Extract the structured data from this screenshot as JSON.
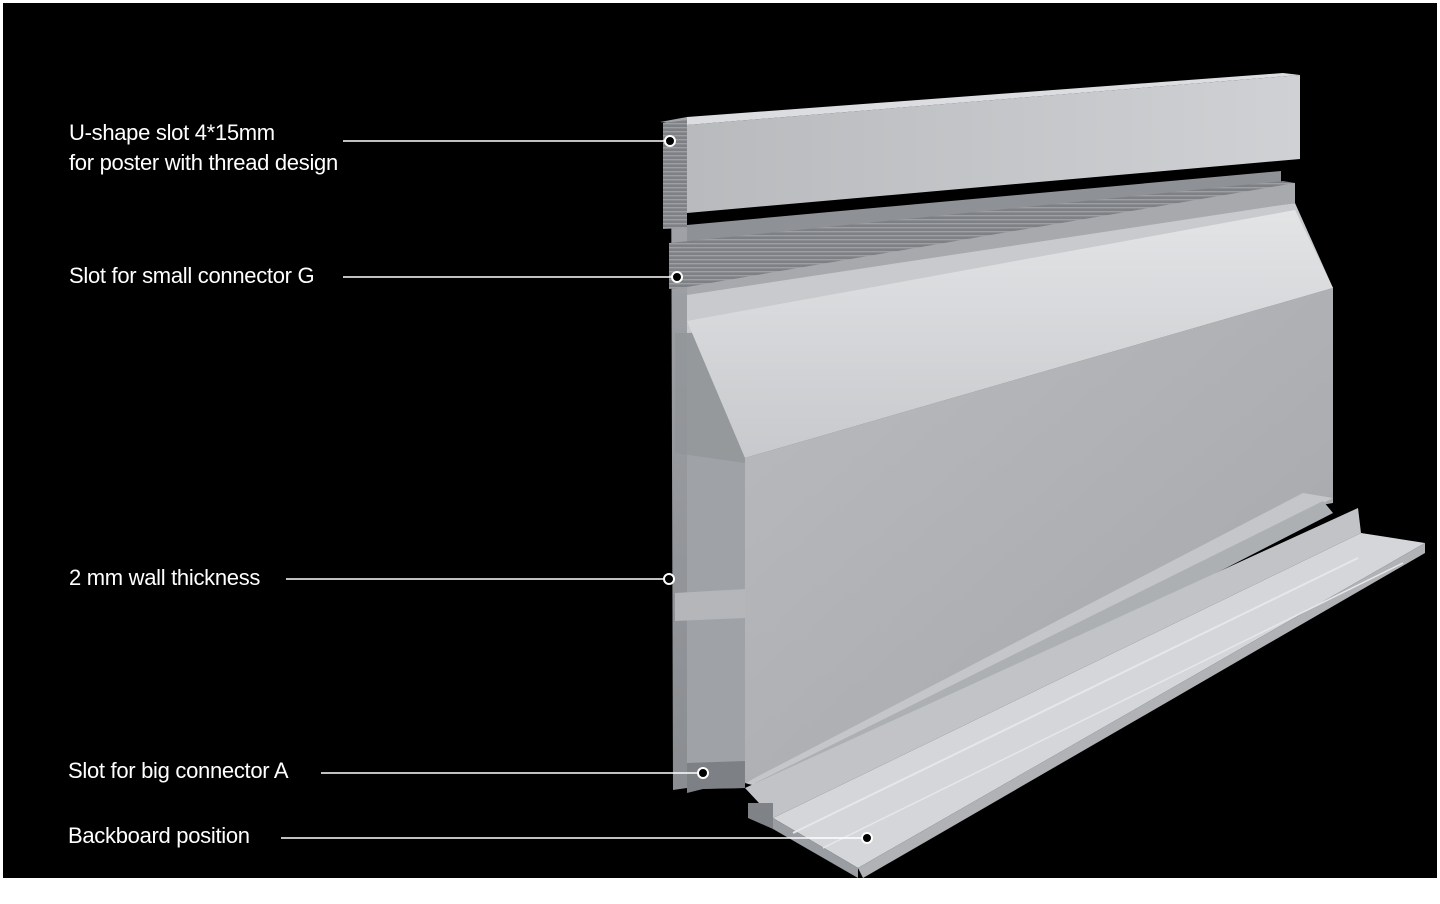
{
  "callouts": [
    {
      "id": "u-slot",
      "lines": [
        "U-shape slot 4*15mm",
        "for poster with thread design"
      ]
    },
    {
      "id": "g-slot",
      "lines": [
        "Slot for small connector G"
      ]
    },
    {
      "id": "wall",
      "lines": [
        "2 mm wall thickness"
      ]
    },
    {
      "id": "a-slot",
      "lines": [
        "Slot for big connector A"
      ]
    },
    {
      "id": "backboard",
      "lines": [
        "Backboard position"
      ]
    }
  ],
  "colors": {
    "background": "#000000",
    "profile_light": "#c9cbce",
    "profile_mid": "#b1b3b7",
    "profile_dark": "#8d9094",
    "callout_line": "#ffffff"
  }
}
